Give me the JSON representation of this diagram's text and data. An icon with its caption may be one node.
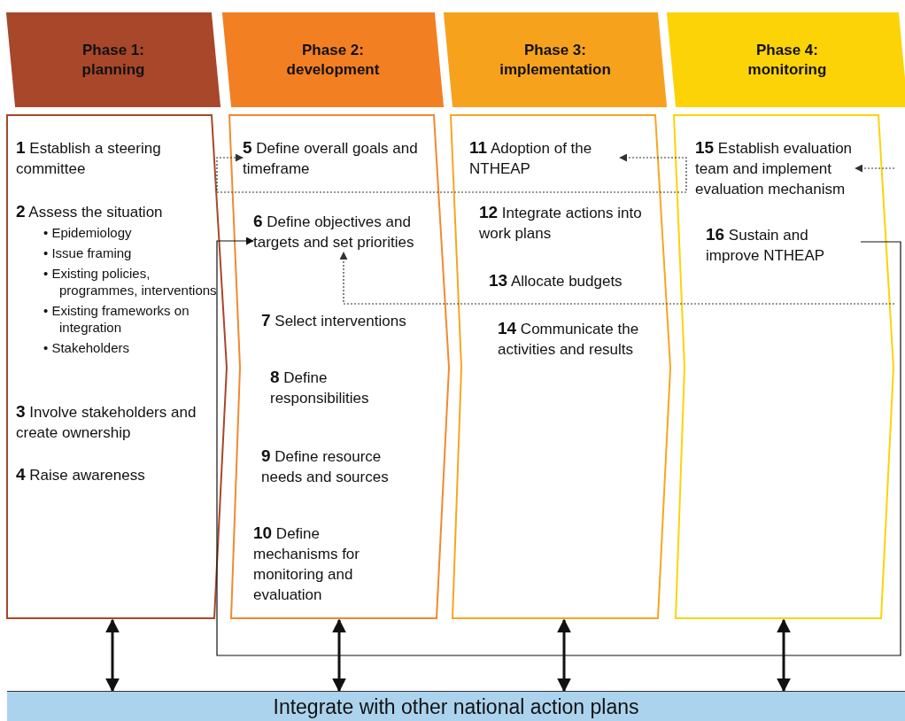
{
  "diagram": {
    "nodes": [
      {
        "text": [
          "Phase 1: planning"
        ]
      },
      {
        "text": [
          "Phase 2: development"
        ]
      },
      {
        "text": [
          "Phase 3: implementation"
        ]
      },
      {
        "text": [
          "Phase 4: monitoring"
        ]
      },
      {
        "text": [],
        "shape": "box"
      },
      {
        "text": [
          "**1** Establish a steering committee"
        ],
        "in": 4
      },
      {
        "text": [
          "**2** Assess the situation",
          "• Epidemiology",
          "• Issue framing",
          "• Existing policies, programmes, interventions",
          "• Existing frameworks on integration",
          "• Stakeholders"
        ],
        "in": 4
      },
      {
        "text": [
          "**3** Involve stakeholders and create ownership"
        ],
        "in": 4
      },
      {
        "text": [
          "**4** Raise awareness"
        ],
        "in": 4
      },
      {
        "text": [],
        "shape": "box"
      },
      {
        "text": [
          "**5** Define overall goals and timeframe"
        ],
        "in": 9
      },
      {
        "text": [
          "**6** Define objectives and targets and set priorities"
        ],
        "in": 9
      },
      {
        "text": [
          "**7** Select interventions"
        ],
        "in": 9
      },
      {
        "text": [
          "**8** Define responsibilities"
        ],
        "in": 9
      },
      {
        "text": [
          "**9** Define resource needs and sources"
        ],
        "in": 9
      },
      {
        "text": [
          "**10** Define mechanisms for monitoring and evaluation"
        ],
        "in": 9
      },
      {
        "text": [],
        "shape": "box"
      },
      {
        "text": [
          "**11** Adoption of the NTHEAP"
        ],
        "in": 16
      },
      {
        "text": [
          "**12** Integrate actions into work plans"
        ],
        "in": 16
      },
      {
        "text": [
          "**13** Allocate budgets"
        ],
        "in": 16
      },
      {
        "text": [
          "**14** Communicate the activities and results"
        ],
        "in": 16
      },
      {
        "text": [],
        "shape": "box"
      },
      {
        "text": [
          "**15** Establish evaluation team and implement evaluation mechanism"
        ],
        "in": 21
      },
      {
        "text": [
          "**16** Sustain and improve NTHEAP"
        ],
        "in": 21
      },
      {
        "text": [
          "Integrate with other national action plans"
        ]
      }
    ],
    "edges": [
      {
        "from": 10,
        "to": 17,
        "arrow": "both",
        "style": "dashed"
      },
      {
        "from": 23,
        "to": 11,
        "arrow": "to"
      },
      {
        "from": 21,
        "to": 22,
        "arrow": "to",
        "style": "dashed"
      },
      {
        "from": 21,
        "to": 11,
        "arrow": "to",
        "style": "dashed"
      },
      {
        "from": 4,
        "to": 24,
        "arrow": "both",
        "style": "thick"
      },
      {
        "from": 9,
        "to": 24,
        "arrow": "both",
        "style": "thick"
      },
      {
        "from": 16,
        "to": 24,
        "arrow": "both",
        "style": "thick"
      },
      {
        "from": 21,
        "to": 24,
        "arrow": "both",
        "style": "thick"
      }
    ]
  }
}
